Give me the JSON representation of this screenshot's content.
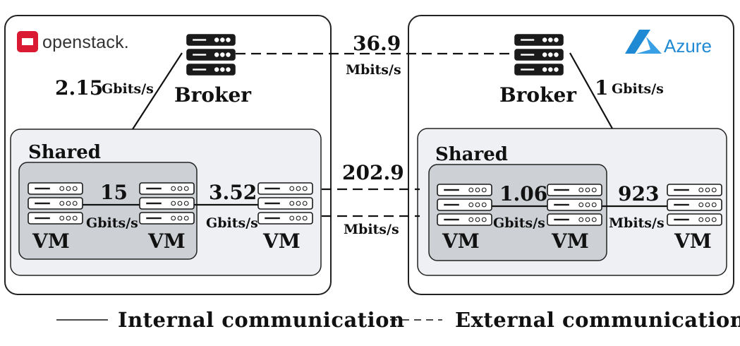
{
  "logos": {
    "openstack": "openstack.",
    "azure": "Azure"
  },
  "colors": {
    "openstack_red": "#da1a32",
    "azure_blue": "#1f8ad3",
    "cloud_border": "#222222",
    "host_fill": "#eef0f3",
    "shared_fill": "#cdd1d5"
  },
  "left": {
    "broker_label": "Broker",
    "broker_link": {
      "value": "2.15",
      "unit": "Gbits/s"
    },
    "shared_label": "Shared",
    "vm_labels": [
      "VM",
      "VM",
      "VM"
    ],
    "shared_link": {
      "value": "15",
      "unit": "Gbits/s"
    },
    "host_link": {
      "value": "3.52",
      "unit": "Gbits/s"
    }
  },
  "right": {
    "broker_label": "Broker",
    "broker_link": {
      "value": "1",
      "unit": "Gbits/s"
    },
    "shared_label": "Shared",
    "vm_labels": [
      "VM",
      "VM",
      "VM"
    ],
    "shared_link": {
      "value": "1.06",
      "unit": "Gbits/s"
    },
    "host_link": {
      "value": "923",
      "unit": "Mbits/s"
    }
  },
  "external": {
    "broker_link": {
      "value": "36.9",
      "unit": "Mbits/s"
    },
    "vm_link": {
      "value": "202.9",
      "unit": "Mbits/s"
    }
  },
  "legend": {
    "internal": "Internal communication",
    "external": "External communication"
  }
}
